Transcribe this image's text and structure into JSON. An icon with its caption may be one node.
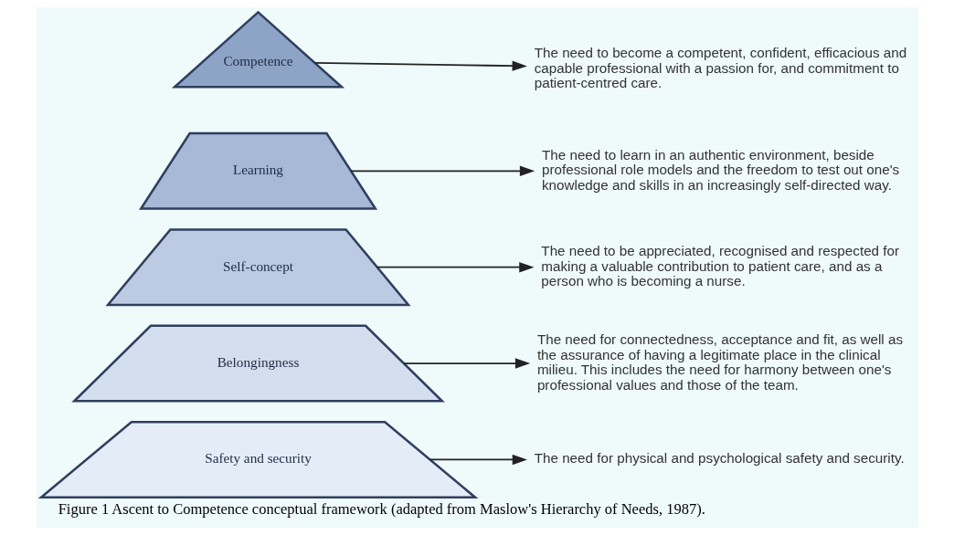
{
  "diagram": {
    "caption": "Figure 1 Ascent to Competence conceptual framework (adapted from Maslow's Hierarchy of Needs, 1987).",
    "nodes": [
      {
        "text": [
          "Competence"
        ]
      },
      {
        "text": [
          "Learning"
        ]
      },
      {
        "text": [
          "Self-concept"
        ]
      },
      {
        "text": [
          "Belongingness"
        ]
      },
      {
        "text": [
          "Safety and security"
        ]
      },
      {
        "text": [
          "The need to become a competent, confident, efficacious and capable professional with a passion for, and commitment to patient-centred care."
        ]
      },
      {
        "text": [
          "The need to learn in an authentic environment, beside professional role models and the freedom to test out one's knowledge and skills in an increasingly self-directed way."
        ]
      },
      {
        "text": [
          "The need to be appreciated, recognised and respected for making a valuable contribution to patient care, and as a person who is becoming a nurse."
        ]
      },
      {
        "text": [
          "The need for connectedness, acceptance and fit, as well as the assurance of having a legitimate place in the clinical milieu. This includes the need for harmony between one's professional values and those of the team."
        ]
      },
      {
        "text": [
          "The need for physical and psychological safety and security."
        ]
      }
    ],
    "edges": [
      {
        "from": 0,
        "to": 5,
        "arrow": "to"
      },
      {
        "from": 1,
        "to": 6,
        "arrow": "to"
      },
      {
        "from": 2,
        "to": 7,
        "arrow": "to"
      },
      {
        "from": 3,
        "to": 8,
        "arrow": "to"
      },
      {
        "from": 4,
        "to": 9,
        "arrow": "to"
      }
    ]
  }
}
